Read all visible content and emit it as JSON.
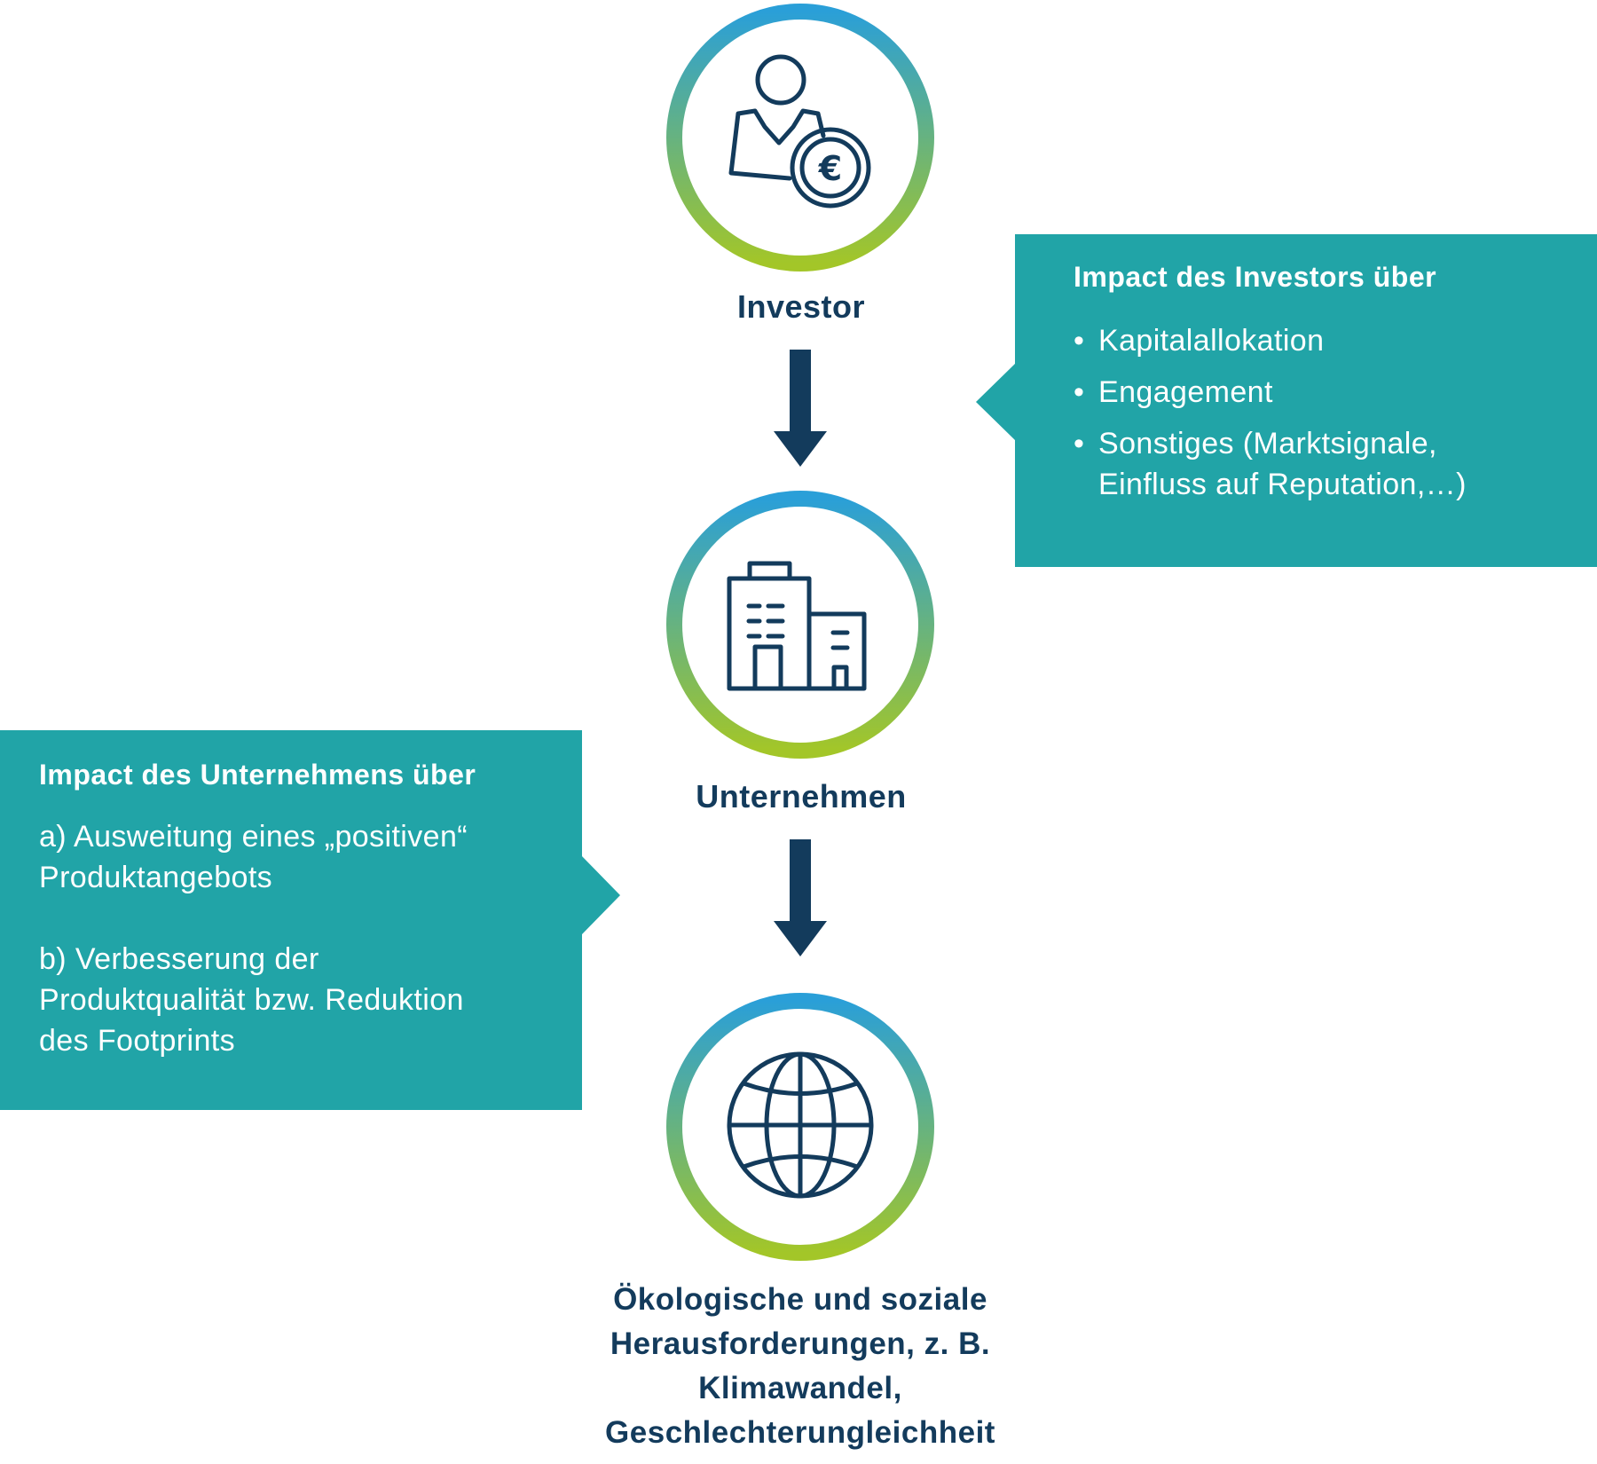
{
  "colors": {
    "dark_blue": "#133b5c",
    "teal": "#21a4a7",
    "ring_gradient_top": "#2a9fd8",
    "ring_gradient_bottom": "#a3c628"
  },
  "nodes": [
    {
      "label": "Investor",
      "icon": "investor-euro-icon"
    },
    {
      "label": "Unternehmen",
      "icon": "building-icon"
    },
    {
      "label_lines": [
        "Ökologische und soziale",
        "Herausforderungen, z. B.",
        "Klimawandel,",
        "Geschlechterungleichheit"
      ],
      "icon": "globe-icon"
    }
  ],
  "investor_callout": {
    "title": "Impact des Investors über",
    "items": [
      [
        "Kapitalallokation"
      ],
      [
        "Engagement"
      ],
      [
        "Sonstiges (Marktsignale,",
        "Einfluss auf Reputation,…)"
      ]
    ]
  },
  "company_callout": {
    "title": "Impact des Unternehmens über",
    "item_a": [
      "a) Ausweitung eines „positiven“",
      "Produktangebots"
    ],
    "item_b": [
      "b) Verbesserung der",
      "Produktqualität bzw. Reduktion",
      "des Footprints"
    ]
  }
}
